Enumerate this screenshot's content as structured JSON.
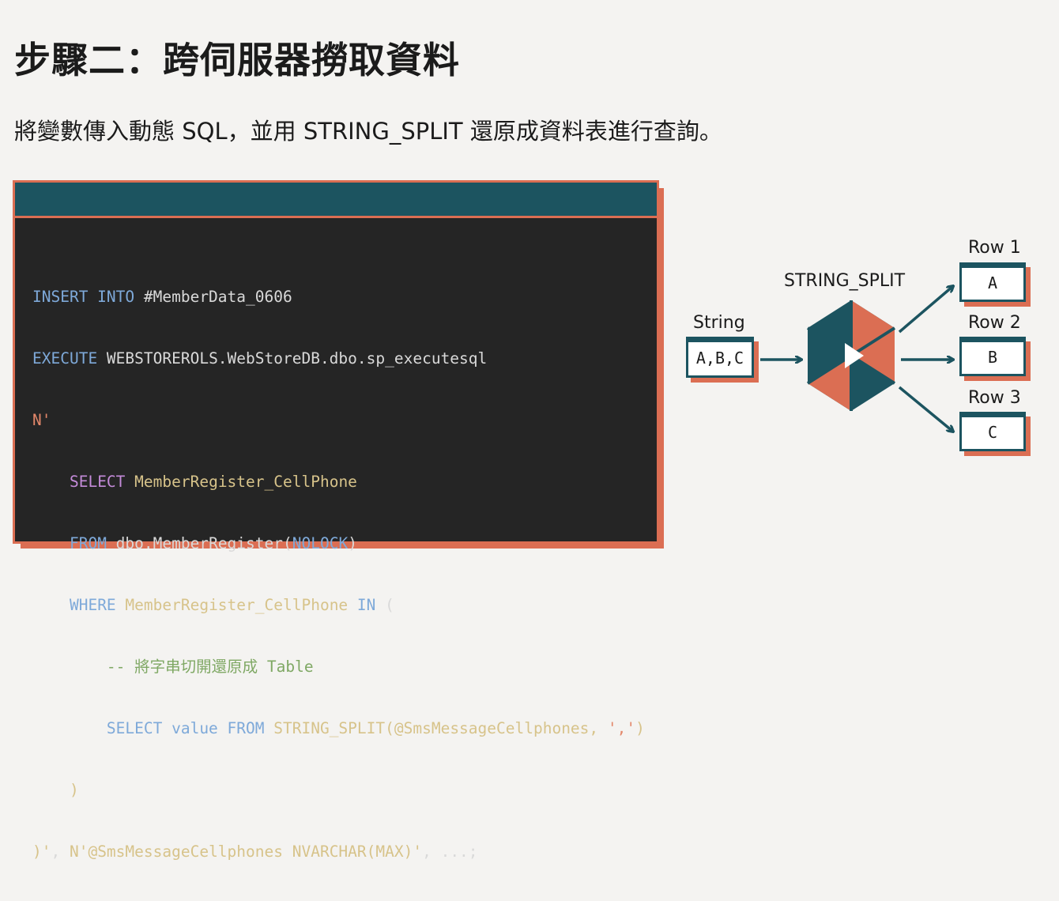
{
  "title": "步驟二：跨伺服器撈取資料",
  "subtitle": "將變數傳入動態 SQL，並用 STRING_SPLIT 還原成資料表進行查詢。",
  "code": {
    "l1": [
      "INSERT INTO",
      " #MemberData_0606"
    ],
    "l2": [
      "EXECUTE",
      " WEBSTOREROLS.WebStoreDB.dbo.sp_executesql"
    ],
    "l3": [
      "N'"
    ],
    "l4": [
      "    ",
      "SELECT",
      " MemberRegister_CellPhone"
    ],
    "l5": [
      "    ",
      "FROM",
      " dbo.MemberRegister(",
      "NOLOCK",
      ")"
    ],
    "l6": [
      "    ",
      "WHERE",
      " MemberRegister_CellPhone ",
      "IN",
      " ("
    ],
    "l7": [
      "        ",
      "-- 將字串切開還原成 Table"
    ],
    "l8": [
      "        ",
      "SELECT value FROM",
      " STRING_SPLIT(@SmsMessageCellphones, ",
      "','",
      ")"
    ],
    "l9": [
      "    )"
    ],
    "l10": [
      ")'",
      ", ",
      "N'@SmsMessageCellphones NVARCHAR(MAX)'",
      ", ...;"
    ]
  },
  "diagram": {
    "function_label": "STRING_SPLIT",
    "input_label": "String",
    "input_value": "A,B,C",
    "rows": [
      {
        "label": "Row 1",
        "value": "A"
      },
      {
        "label": "Row 2",
        "value": "B"
      },
      {
        "label": "Row 3",
        "value": "C"
      }
    ]
  },
  "colors": {
    "teal": "#1c5460",
    "coral": "#db6e53",
    "code_bg": "#252525"
  }
}
